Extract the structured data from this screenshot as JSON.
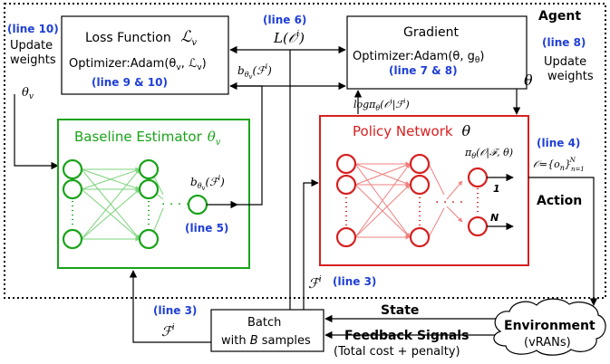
{
  "labels": {
    "agent": "Agent",
    "line10": "(line 10)",
    "update_weights_left_1": "Update",
    "update_weights_left_2": "weights",
    "loss_title": "Loss Function",
    "loss_symbol": "ℒ",
    "loss_symbol_sub": "v",
    "loss_optimizer": "Optimizer:Adam(θ",
    "loss_optimizer_sub": "v",
    "loss_optimizer_tail1": ", ℒ",
    "loss_optimizer_sub2": "v",
    "loss_optimizer_tail2": ")",
    "line9_10": "(line 9 & 10)",
    "line6": "(line 6)",
    "L_of_O": "L(",
    "L_of_O_sym": "𝒪",
    "L_of_O_sup": "i",
    "L_of_O_end": ")",
    "gradient_title": "Gradient",
    "grad_optimizer": "Optimizer:Adam(θ, g",
    "grad_optimizer_sub": "θ",
    "grad_optimizer_end": ")",
    "line7_8": "(line 7 & 8)",
    "line8": "(line 8)",
    "update_weights_right_1": "Update",
    "update_weights_right_2": "weights",
    "theta_right": "θ",
    "theta_v": "θ",
    "theta_v_sub": "v",
    "b_theta": "b",
    "b_theta_sub": "θ",
    "b_theta_subsub": "v",
    "b_theta_arg": "(ℱ",
    "b_theta_sup": "i",
    "b_theta_end": ")",
    "logpi": "logπ",
    "logpi_sub": "θ",
    "logpi_arg": "(𝒪",
    "logpi_sup": "i",
    "logpi_mid": "|ℱ",
    "logpi_sup2": "i",
    "logpi_end": ")",
    "baseline_title": "Baseline Estimator",
    "baseline_theta": "θ",
    "baseline_theta_sub": "v",
    "baseline_out": "b",
    "baseline_out_sub": "θ",
    "baseline_out_subsub": "v",
    "baseline_out_arg": "(ℱ",
    "baseline_out_sup": "i",
    "baseline_out_end": ")",
    "line5": "(line 5)",
    "policy_title": "Policy Network",
    "policy_theta": "θ",
    "pi_label": "π",
    "pi_sub": "θ",
    "pi_arg": "(𝒪|ℱ, θ)",
    "line4": "(line 4)",
    "O_set": "𝒪={o",
    "O_set_sub": "n",
    "O_set_mid": "}",
    "O_set_sub2": "n=1",
    "O_set_sup2": "N",
    "out_1": "1",
    "out_N": "N",
    "action": "Action",
    "F_i": "ℱ",
    "F_i_sup": "i",
    "line3_mid": "(line 3)",
    "line3_left": "(line 3)",
    "F_i_left": "ℱ",
    "F_i_left_sup": "i",
    "batch_1": "Batch",
    "batch_2_pre": "with ",
    "batch_2_B": "B",
    "batch_2_post": " samples",
    "state": "State",
    "feedback": "Feedback Signals",
    "feedback_sub": "(Total cost + penalty)",
    "environment": "Environment",
    "vrans": "(vRANs)"
  },
  "colors": {
    "green": "#1aa31a",
    "red": "#d62020",
    "blue": "#1f3fd6"
  }
}
